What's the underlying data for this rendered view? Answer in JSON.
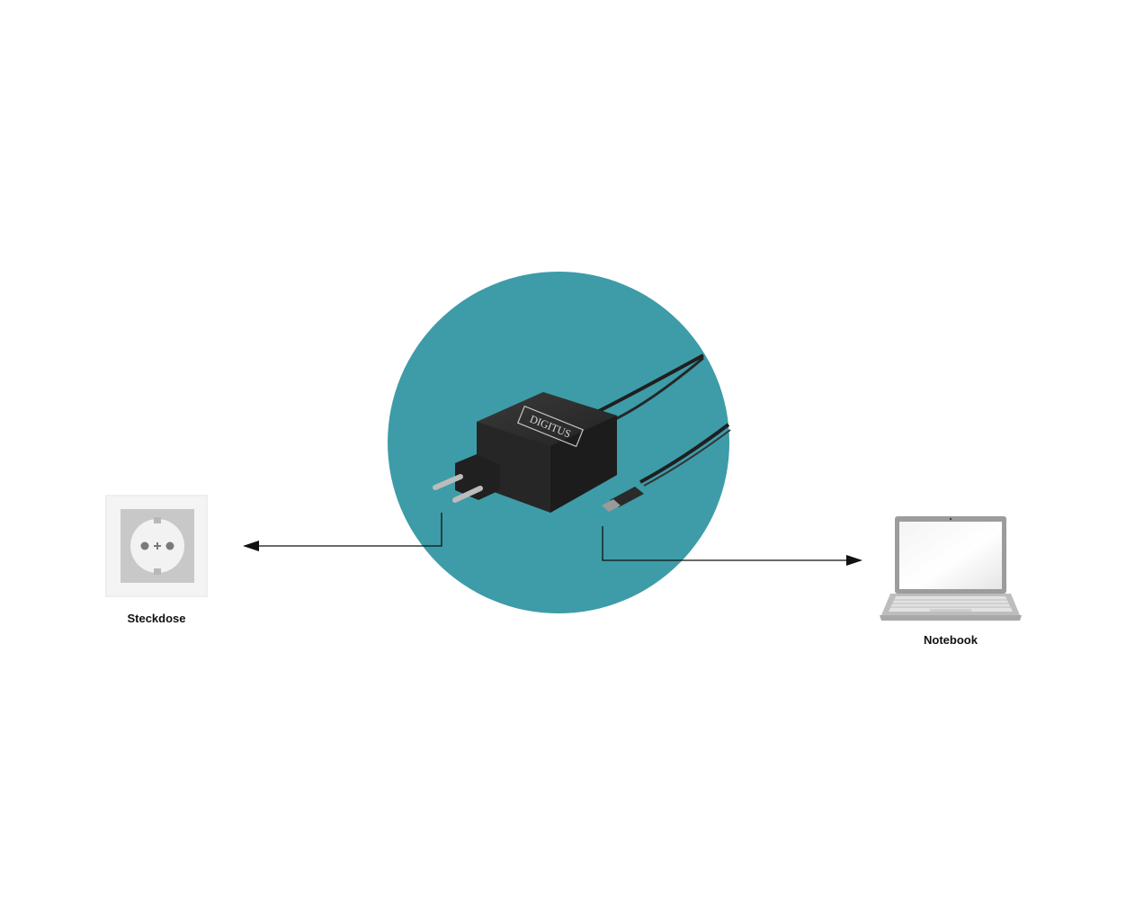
{
  "diagram": {
    "socket_label": "Steckdose",
    "notebook_label": "Notebook",
    "brand_text": "DIGITUS",
    "circle_color": "#3d9ca8",
    "charger_color": "#2b2b2b",
    "line_color": "#111111"
  }
}
